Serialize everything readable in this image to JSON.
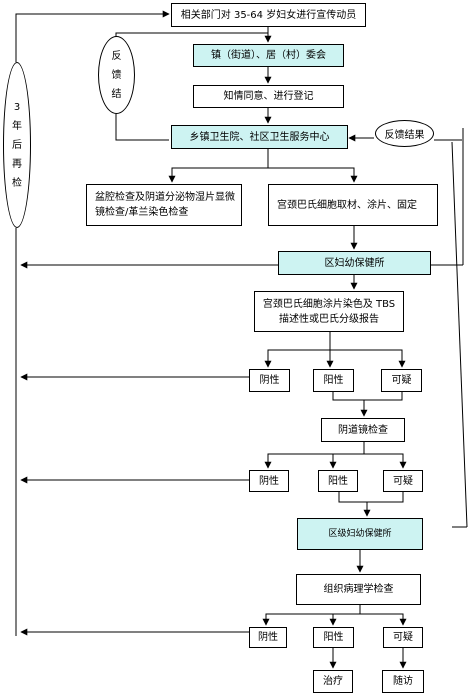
{
  "nodes": {
    "mobilize": "相关部门对 35-64 岁妇女进行宣传动员",
    "town_committee": "镇（街道）、居（村）委会",
    "consent": "知情同意、进行登记",
    "health_center": "乡镇卫生院、社区卫生服务中心",
    "pelvic_exam": "盆腔检查及阴道分泌物湿片显微镜检查/革兰染色检查",
    "pap_sampling": "宫颈巴氏细胞取材、涂片、固定",
    "mch_county": "区妇幼保健所",
    "pap_stain": "宫颈巴氏细胞涂片染色及 TBS 描述性或巴氏分级报告",
    "negative_1": "阴性",
    "positive_1": "阳性",
    "suspicious_1": "可疑",
    "colposcopy": "阴道镜检查",
    "negative_2": "阴性",
    "positive_2": "阳性",
    "suspicious_2": "可疑",
    "mch_district": "区级妇幼保健所",
    "pathology": "组织病理学检查",
    "negative_3": "阴性",
    "positive_3": "阳性",
    "suspicious_3": "可疑",
    "treatment": "治疗",
    "follow_up": "随访"
  },
  "side_labels": {
    "recheck": "3年后再检",
    "feedback_left": "反馈结",
    "feedback_result": "反馈结果"
  },
  "colors": {
    "teal_fill": "#cdf3f2",
    "line": "#000000"
  }
}
